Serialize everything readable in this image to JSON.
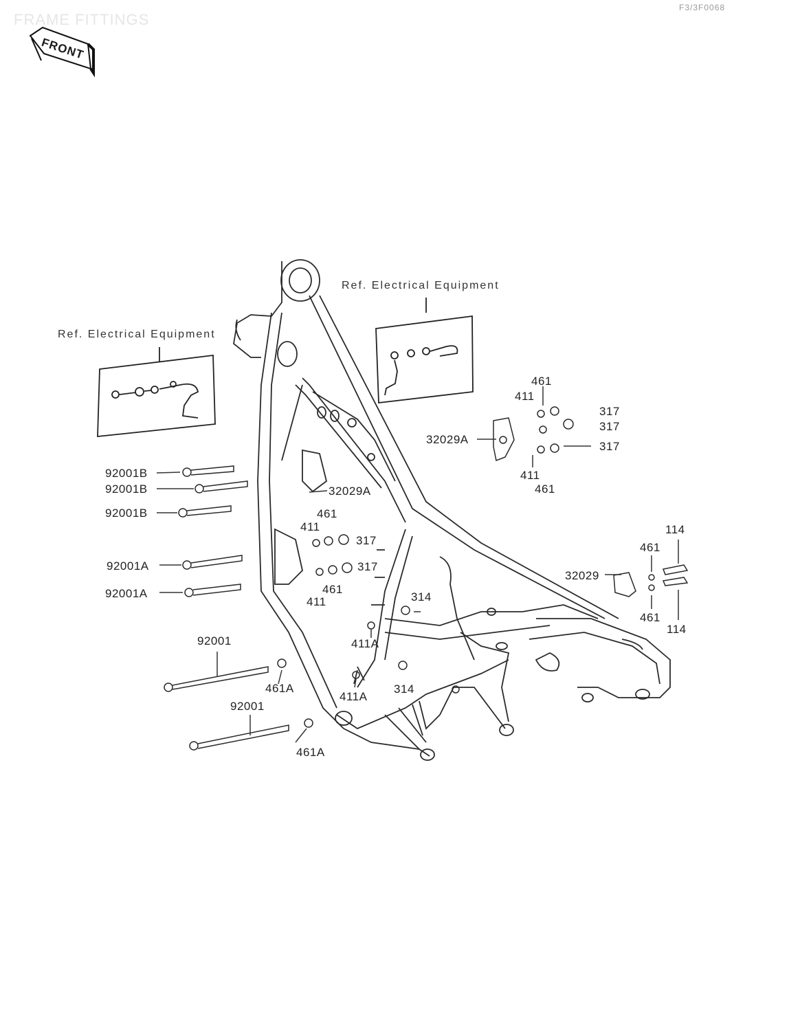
{
  "header": {
    "title": "FRAME FITTINGS",
    "code": "F3/3F0068",
    "front_label": "FRONT"
  },
  "references": {
    "ref_left": "Ref. Electrical Equipment",
    "ref_right": "Ref. Electrical Equipment"
  },
  "callouts": {
    "c461_a": "461",
    "c411_a": "411",
    "c317_a": "317",
    "c317_b": "317",
    "c317_c": "317",
    "c32029A_a": "32029A",
    "c411_b": "411",
    "c461_b": "461",
    "c92001B_a": "92001B",
    "c92001B_b": "92001B",
    "c92001B_c": "92001B",
    "c32029A_b": "32029A",
    "c461_c": "461",
    "c411_c": "411",
    "c317_d": "317",
    "c317_e": "317",
    "c92001A_a": "92001A",
    "c92001A_b": "92001A",
    "c461_d": "461",
    "c411_d": "411",
    "c314_a": "314",
    "c114_a": "114",
    "c461_e": "461",
    "c32029_a": "32029",
    "c461_f": "461",
    "c114_b": "114",
    "c92001_a": "92001",
    "c411A_a": "411A",
    "c461A_a": "461A",
    "c411A_b": "411A",
    "c314_b": "314",
    "c92001_b": "92001",
    "c461A_b": "461A"
  }
}
